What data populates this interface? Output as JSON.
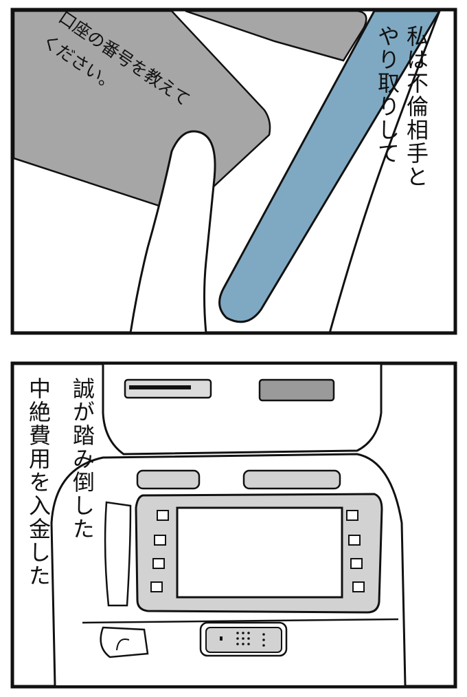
{
  "panel1": {
    "chat_bubble": [
      "口座の番号を教えて",
      "ください。"
    ],
    "narration": [
      "私は不倫相手と",
      "やり取りして"
    ]
  },
  "panel2": {
    "narration": [
      "中絶費用を入金した",
      "誠が踏み倒した"
    ]
  },
  "colors": {
    "border": "#111111",
    "bubble_gray": "#a6a6a6",
    "phone_blue": "#7fa9c2",
    "atm_gray": "#d2d2d2"
  }
}
